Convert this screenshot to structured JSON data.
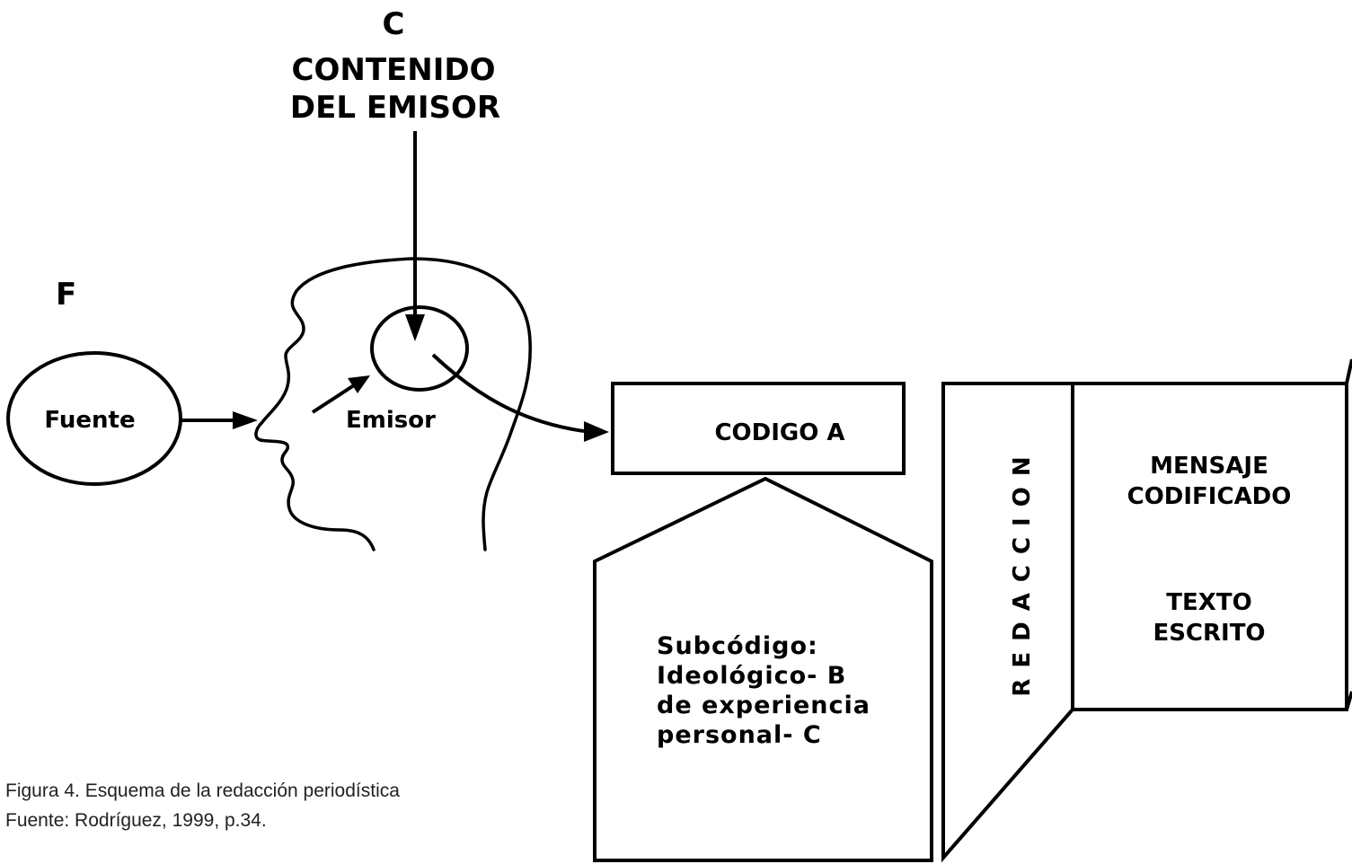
{
  "diagram": {
    "label_c": "C",
    "contenido_line1": "CONTENIDO",
    "contenido_line2": "DEL EMISOR",
    "label_f": "F",
    "fuente": "Fuente",
    "emisor": "Emisor",
    "codigo": "CODIGO A",
    "subcodigo": [
      "Subcódigo:",
      "Ideológico- B",
      "de experiencia",
      "personal- C"
    ],
    "redaccion": "REDACCION",
    "mensaje_line1": "MENSAJE",
    "mensaje_line2": "CODIFICADO",
    "texto_line1": "TEXTO",
    "texto_line2": "ESCRITO"
  },
  "caption": {
    "line1": "Figura 4. Esquema de la redacción periodística",
    "line2": "Fuente: Rodríguez, 1999, p.34."
  }
}
